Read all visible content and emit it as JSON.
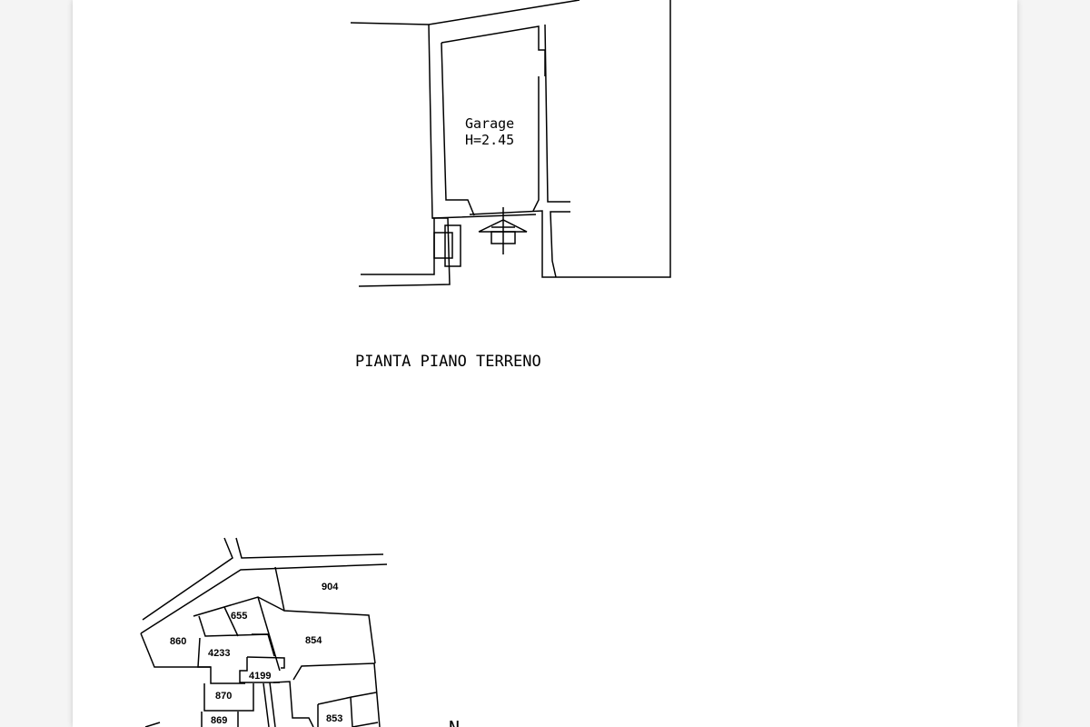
{
  "floor_plan": {
    "room_name": "Garage",
    "room_height": "H=2.45",
    "title": "PIANTA PIANO TERRENO"
  },
  "cadastral_map": {
    "parcels": [
      "904",
      "655",
      "860",
      "854",
      "4233",
      "4199",
      "870",
      "869",
      "853"
    ],
    "north_label": "N"
  }
}
